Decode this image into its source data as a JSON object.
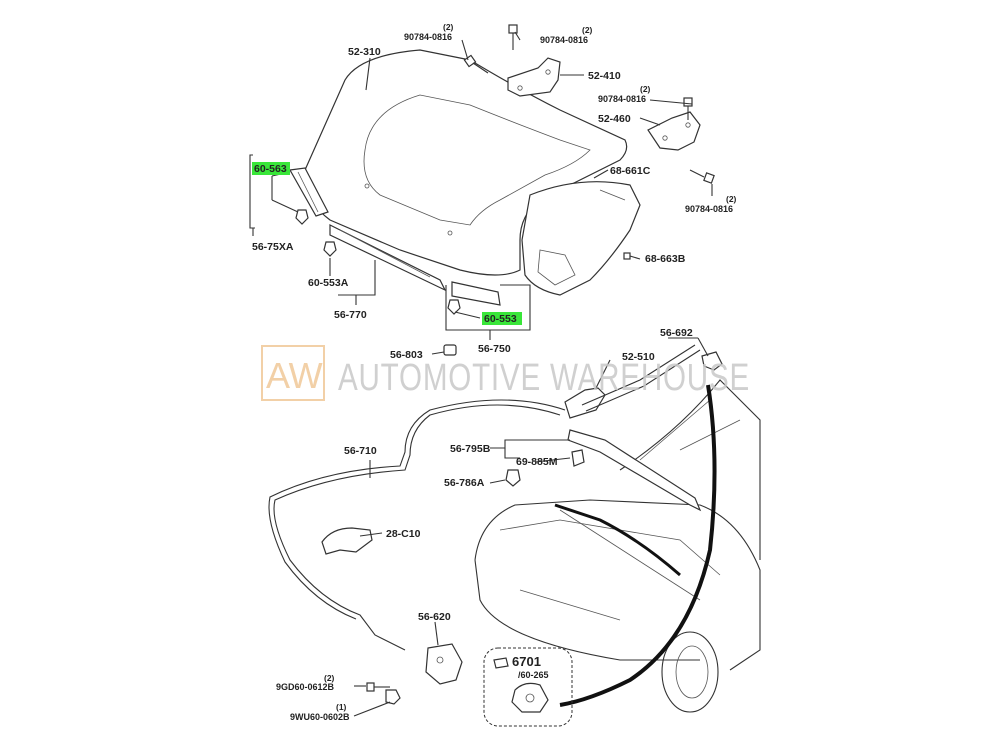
{
  "watermark": {
    "logo": "AW",
    "text": "AUTOMOTIVE WAREHOUSE"
  },
  "labels": {
    "p52_310": "52-310",
    "p90784_a": "90784-0816",
    "p90784_a_qty": "(2)",
    "p90784_b": "90784-0816",
    "p90784_b_qty": "(2)",
    "p52_410": "52-410",
    "p90784_c": "90784-0816",
    "p90784_c_qty": "(2)",
    "p52_460": "52-460",
    "p68_661c": "68-661C",
    "p90784_d": "90784-0816",
    "p90784_d_qty": "(2)",
    "p68_663b": "68-663B",
    "p60_563_a": "60-563",
    "p56_75xa": "56-75XA",
    "p60_553a": "60-553A",
    "p56_770": "56-770",
    "p60_553": "60-553",
    "p56_750": "56-750",
    "p56_803": "56-803",
    "p56_692": "56-692",
    "p52_510": "52-510",
    "p56_710": "56-710",
    "p56_795b": "56-795B",
    "p69_885m": "69-885M",
    "p56_786a": "56-786A",
    "p28_c10": "28-C10",
    "p56_620": "56-620",
    "p9gd60": "9GD60-0612B",
    "p9gd60_qty": "(2)",
    "p9wu60": "9WU60-0602B",
    "p9wu60_qty": "(1)",
    "p6701": "6701",
    "p60_265": "/60-265"
  },
  "colors": {
    "highlight": "#39e639",
    "line": "#333333",
    "watermark": "#c8c8c8",
    "logo": "#f0c898"
  }
}
